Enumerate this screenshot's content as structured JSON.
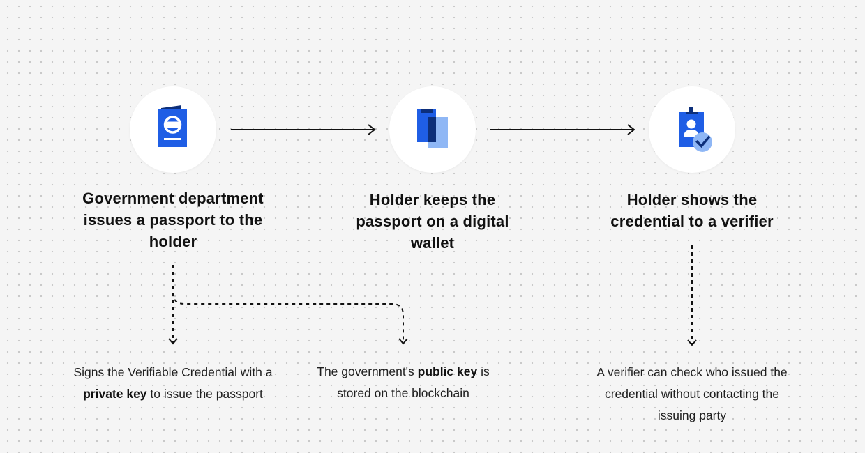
{
  "steps": [
    {
      "icon": "passport-icon",
      "title": "Government department issues a passport to the holder"
    },
    {
      "icon": "digital-wallet-icon",
      "title": "Holder keeps the passport on a digital wallet"
    },
    {
      "icon": "verified-credential-icon",
      "title": "Holder shows the credential to a verifier"
    }
  ],
  "notes": [
    {
      "pre": "Signs the Verifiable Credential with a ",
      "bold": "private key",
      "post": " to issue the passport"
    },
    {
      "pre": "The government's ",
      "bold": "public key",
      "post": " is stored on the blockchain"
    },
    {
      "text": "A verifier can check who issued the credential without contacting the issuing party"
    }
  ],
  "colors": {
    "accent_blue": "#1f5ee5",
    "light_blue": "#8fb7f5",
    "line": "#111111",
    "background": "#f5f5f5"
  }
}
